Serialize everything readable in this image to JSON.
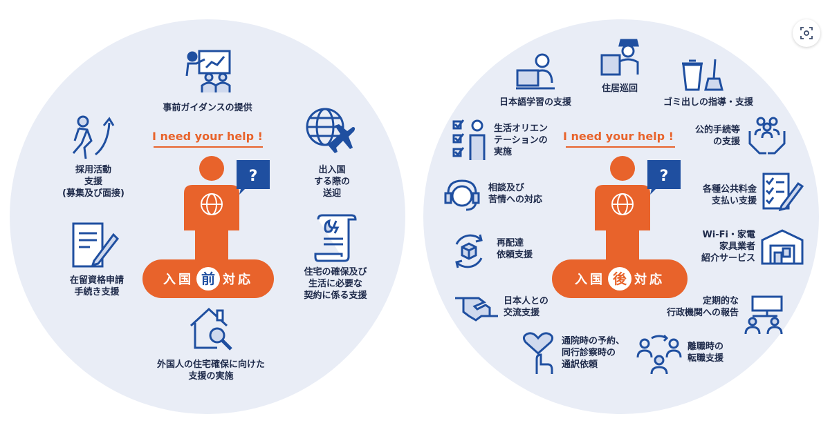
{
  "colors": {
    "accent": "#e8632b",
    "navy": "#1f4fa0",
    "text": "#1e2a4a",
    "circle_bg": "#e9edf6"
  },
  "before": {
    "help_text": "I need your help !",
    "badge": {
      "prefix": "入国",
      "highlight": "前",
      "suffix": "対応"
    },
    "items": [
      {
        "icon": "presentation-icon",
        "label": "事前ガイダンスの提供"
      },
      {
        "icon": "running-person-icon",
        "label": "採用活動\n支援\n(募集及び面接)"
      },
      {
        "icon": "globe-plane-icon",
        "label": "出入国\nする際の\n送迎"
      },
      {
        "icon": "document-pen-icon",
        "label": "在留資格申請\n手続き支援"
      },
      {
        "icon": "contract-scroll-icon",
        "label": "住宅の確保及び\n生活に必要な\n契約に係る支援"
      },
      {
        "icon": "house-search-icon",
        "label": "外国人の住宅確保に向けた\n支援の実施"
      }
    ]
  },
  "after": {
    "help_text": "I need your help !",
    "badge": {
      "prefix": "入国",
      "highlight": "後",
      "suffix": "対応"
    },
    "items": [
      {
        "icon": "laptop-study-icon",
        "label": "日本語学習の支援"
      },
      {
        "icon": "patrol-officer-icon",
        "label": "住居巡回"
      },
      {
        "icon": "trash-broom-icon",
        "label": "ゴミ出しの指導・支援"
      },
      {
        "icon": "checklist-person-icon",
        "label": "生活オリエン\nテーションの\n実施"
      },
      {
        "icon": "hands-people-icon",
        "label": "公的手続等\nの支援"
      },
      {
        "icon": "headset-icon",
        "label": "相談及び\n苦情への対応"
      },
      {
        "icon": "bill-pen-icon",
        "label": "各種公共料金\n支払い支援"
      },
      {
        "icon": "redelivery-box-icon",
        "label": "再配達\n依頼支援"
      },
      {
        "icon": "warehouse-icon",
        "label": "Wi-Fi・家電\n家具業者\n紹介サービス"
      },
      {
        "icon": "handshake-icon",
        "label": "日本人との\n交流支援"
      },
      {
        "icon": "report-people-icon",
        "label": "定期的な\n行政機関への報告"
      },
      {
        "icon": "heart-hand-icon",
        "label": "通院時の予約、\n同行診察時の\n通訳依頼"
      },
      {
        "icon": "career-change-icon",
        "label": "離職時の\n転職支援"
      }
    ]
  },
  "toolbar": {
    "lens_icon": "lens-scan-icon"
  }
}
